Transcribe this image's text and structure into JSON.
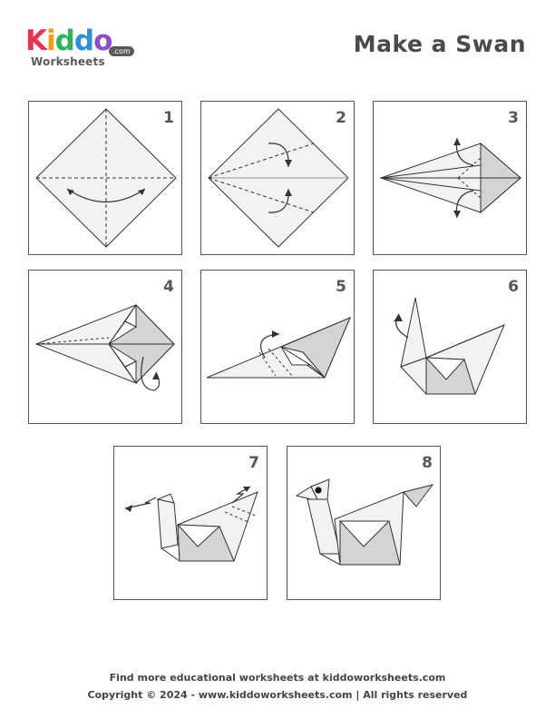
{
  "logo": {
    "letters": [
      "K",
      "i",
      "d",
      "d",
      "o"
    ],
    "letter_colors": [
      "#e8344e",
      "#f59b1a",
      "#2fb35a",
      "#2f8fd8",
      "#8a4fc8"
    ],
    "sub": "Worksheets",
    "domain": ".com"
  },
  "title": "Make a Swan",
  "steps": [
    "1",
    "2",
    "3",
    "4",
    "5",
    "6",
    "7",
    "8"
  ],
  "colors": {
    "line": "#333333",
    "paper": "#f2f2f2",
    "shade": "#d4d4d4",
    "border": "#555555"
  },
  "footer": {
    "line1": "Find more educational worksheets at kiddoworksheets.com",
    "line2": "Copyright © 2024 - www.kiddoworksheets.com  |  All rights reserved"
  }
}
